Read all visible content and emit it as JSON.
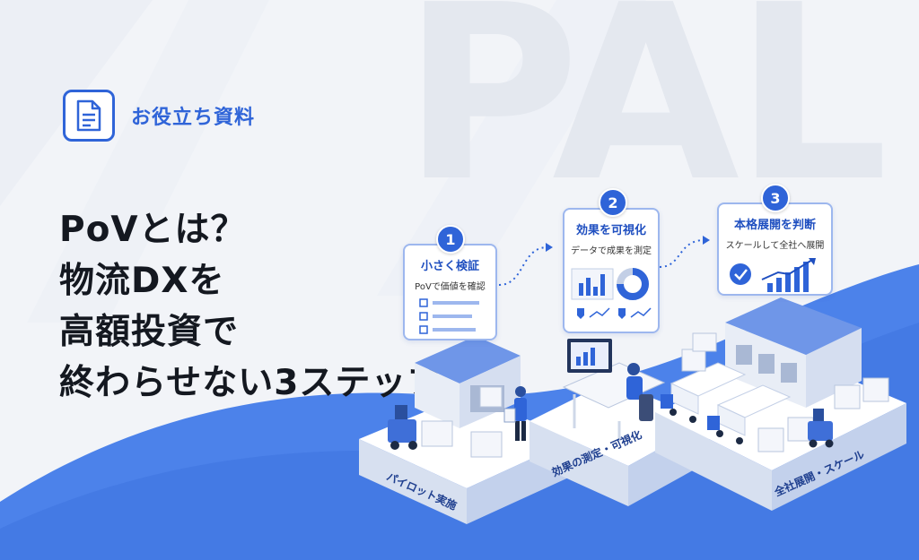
{
  "watermark": "PAL",
  "badge": {
    "label": "お役立ち資料",
    "icon": "document-icon"
  },
  "headline": {
    "lines": [
      "PoVとは？",
      "物流DXを",
      "高額投資で",
      "終わらせない3ステップ"
    ]
  },
  "steps": [
    {
      "number": "1",
      "title": "小さく検証",
      "subtitle": "PoVで価値を確認",
      "platform_label": "パイロット実施"
    },
    {
      "number": "2",
      "title": "効果を可視化",
      "subtitle": "データで成果を測定",
      "platform_label": "効果の測定・可視化"
    },
    {
      "number": "3",
      "title": "本格展開を判断",
      "subtitle": "スケールして全社へ展開",
      "platform_label": "全社展開・スケール"
    }
  ],
  "colors": {
    "accent": "#2f64d8",
    "accent_light": "#5b8ae6",
    "background": "#f2f4f8",
    "text": "#141820"
  }
}
